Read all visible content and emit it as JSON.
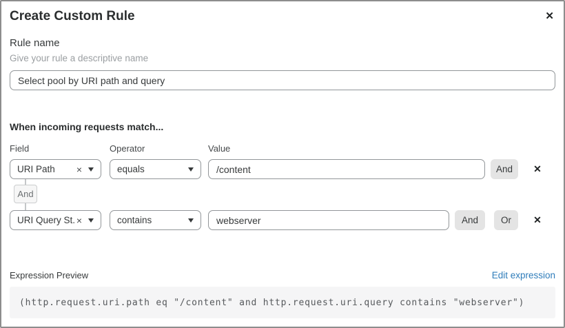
{
  "dialog": {
    "title": "Create Custom Rule"
  },
  "icons": {
    "close": "✕",
    "clear": "×",
    "delete_row": "✕"
  },
  "rule_name": {
    "label": "Rule name",
    "hint": "Give your rule a descriptive name",
    "value": "Select pool by URI path and query"
  },
  "matcher": {
    "heading": "When incoming requests match...",
    "column_labels": {
      "field": "Field",
      "operator": "Operator",
      "value": "Value"
    },
    "connector_label": "And",
    "rows": [
      {
        "field": "URI Path",
        "operator": "equals",
        "value": "/content",
        "and_label": "And"
      },
      {
        "field": "URI Query St...",
        "operator": "contains",
        "value": "webserver",
        "and_label": "And",
        "or_label": "Or"
      }
    ]
  },
  "expression": {
    "label": "Expression Preview",
    "edit_link": "Edit expression",
    "code": "(http.request.uri.path eq \"/content\" and http.request.uri.query contains \"webserver\")"
  },
  "colors": {
    "accent_link": "#2e7cba",
    "border": "#919598",
    "button_bg": "#e4e4e4",
    "code_bg": "#f5f5f6",
    "text": "#36393a"
  }
}
